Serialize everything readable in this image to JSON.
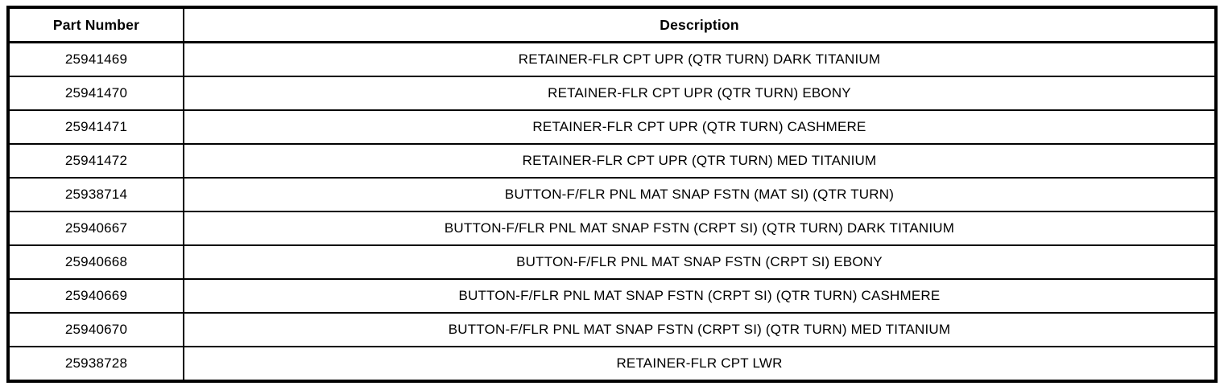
{
  "colors": {
    "border": "#000000",
    "background": "#ffffff",
    "text": "#000000"
  },
  "table": {
    "headers": {
      "part_number": "Part Number",
      "description": "Description"
    },
    "rows": [
      {
        "part": "25941469",
        "desc": "RETAINER-FLR CPT UPR (QTR TURN) DARK TITANIUM"
      },
      {
        "part": "25941470",
        "desc": "RETAINER-FLR CPT UPR (QTR TURN) EBONY"
      },
      {
        "part": "25941471",
        "desc": "RETAINER-FLR CPT UPR (QTR TURN) CASHMERE"
      },
      {
        "part": "25941472",
        "desc": "RETAINER-FLR CPT UPR (QTR TURN) MED TITANIUM"
      },
      {
        "part": "25938714",
        "desc": "BUTTON-F/FLR PNL MAT SNAP FSTN (MAT SI) (QTR TURN)"
      },
      {
        "part": "25940667",
        "desc": "BUTTON-F/FLR PNL MAT SNAP FSTN (CRPT SI) (QTR TURN) DARK TITANIUM"
      },
      {
        "part": "25940668",
        "desc": "BUTTON-F/FLR PNL MAT SNAP FSTN (CRPT SI) EBONY"
      },
      {
        "part": "25940669",
        "desc": "BUTTON-F/FLR PNL MAT SNAP FSTN (CRPT SI) (QTR TURN) CASHMERE"
      },
      {
        "part": "25940670",
        "desc": "BUTTON-F/FLR PNL MAT SNAP FSTN (CRPT SI) (QTR TURN) MED TITANIUM"
      },
      {
        "part": "25938728",
        "desc": "RETAINER-FLR CPT LWR"
      }
    ]
  }
}
